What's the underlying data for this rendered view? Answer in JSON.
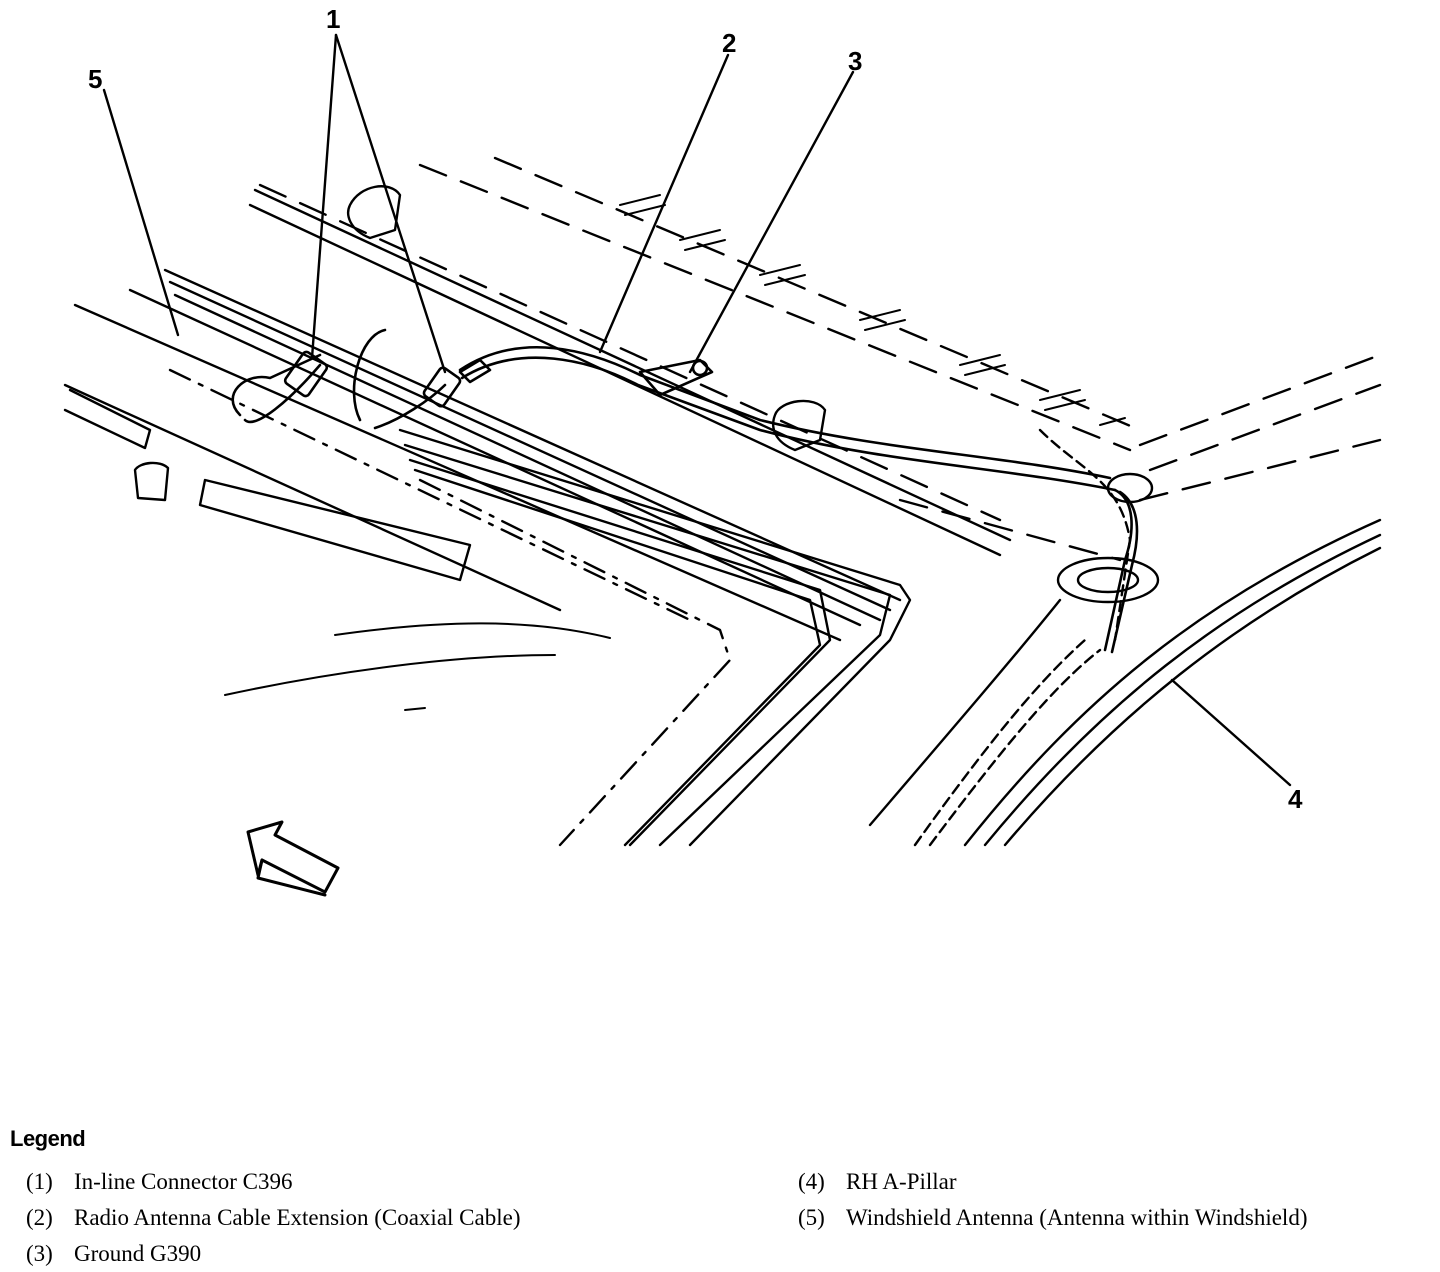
{
  "callouts": [
    "1",
    "2",
    "3",
    "4",
    "5"
  ],
  "legend": {
    "title": "Legend",
    "items": [
      {
        "num": "(1)",
        "label": "In-line Connector C396"
      },
      {
        "num": "(2)",
        "label": "Radio Antenna Cable Extension (Coaxial Cable)"
      },
      {
        "num": "(3)",
        "label": "Ground G390"
      },
      {
        "num": "(4)",
        "label": "RH A-Pillar"
      },
      {
        "num": "(5)",
        "label": "Windshield Antenna (Antenna within Windshield)"
      }
    ]
  }
}
